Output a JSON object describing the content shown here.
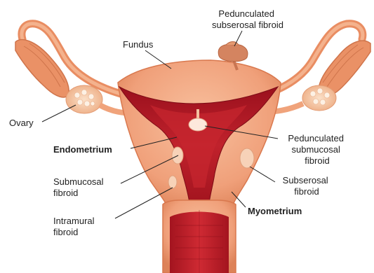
{
  "labels": {
    "pedunculated_subserosal": [
      "Pedunculated",
      "subserosal fibroid"
    ],
    "fundus": [
      "Fundus"
    ],
    "ovary": [
      "Ovary"
    ],
    "endometrium": [
      "Endometrium"
    ],
    "pedunculated_submucosal": [
      "Pedunculated",
      "submucosal",
      "fibroid"
    ],
    "submucosal": [
      "Submucosal",
      "fibroid"
    ],
    "subserosal": [
      "Subserosal",
      "fibroid"
    ],
    "myometrium": [
      "Myometrium"
    ],
    "intramural": [
      "Intramural",
      "fibroid"
    ]
  },
  "colors": {
    "tissue": "#f2a77f",
    "tissue_dark": "#e0875c",
    "tube": "#ef9d72",
    "cavity": "#b51d27",
    "cavity_dark": "#8e0f1a",
    "fibroid": "#f7d2b8",
    "ovary": "#f6c9a8",
    "fibroid_stalk": "#c97552"
  }
}
